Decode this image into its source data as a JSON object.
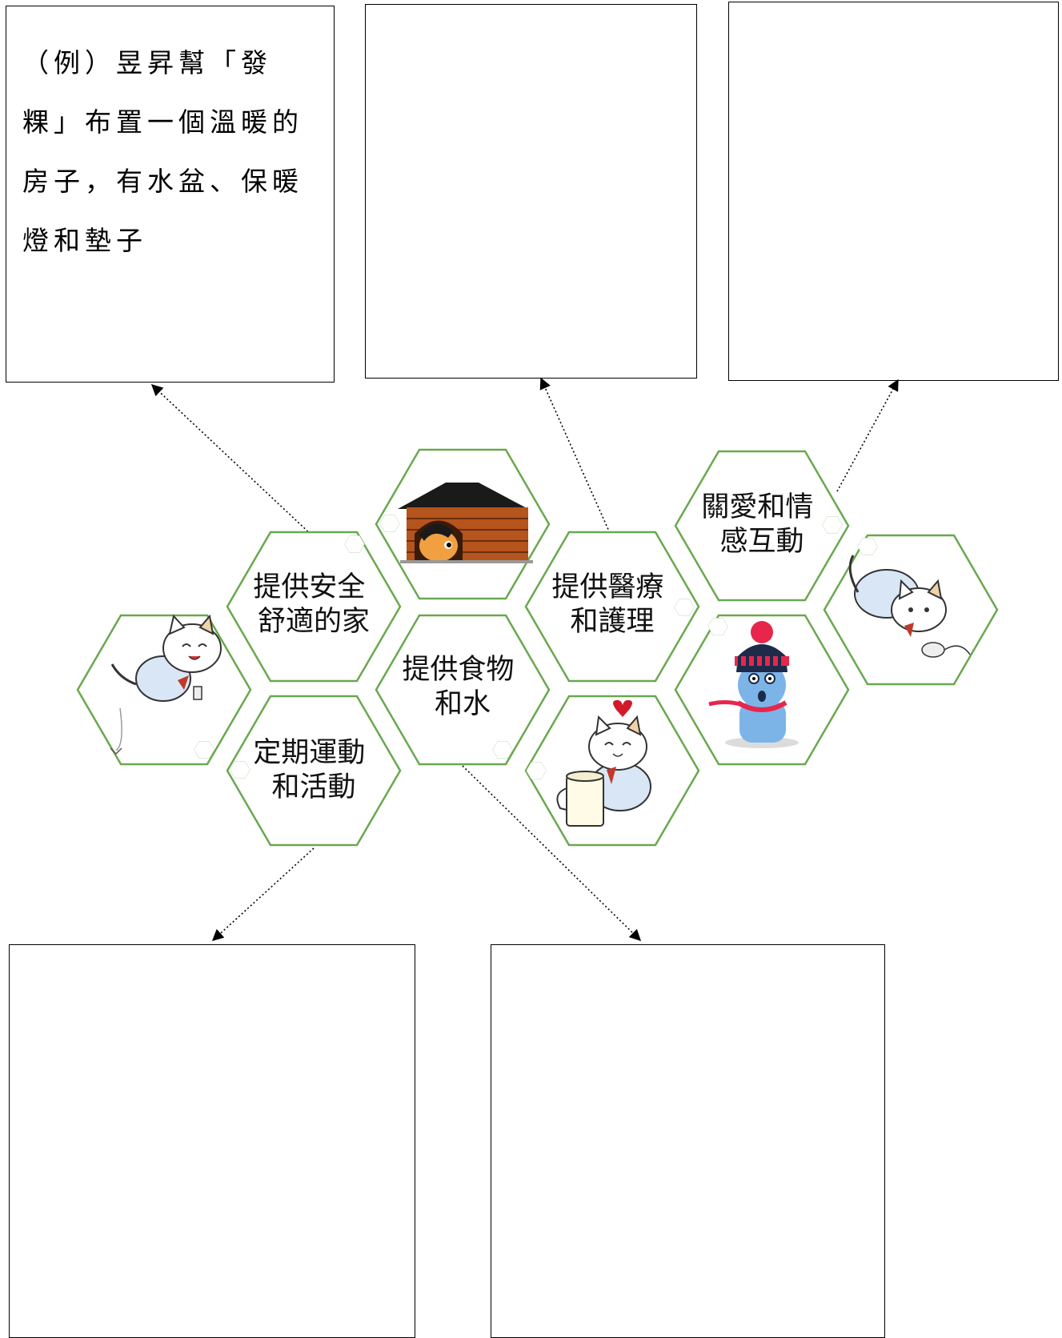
{
  "example_box": {
    "text": "（例）昱昇幫「發粿」布置一個溫暖的房子，有水盆、保暖燈和墊子"
  },
  "hexagons": [
    {
      "id": "safe-home",
      "lines": [
        "提供安全",
        "舒適的家"
      ]
    },
    {
      "id": "food-water",
      "lines": [
        "提供食物",
        "和水"
      ]
    },
    {
      "id": "medical-care",
      "lines": [
        "提供醫療",
        "和護理"
      ]
    },
    {
      "id": "love-interaction",
      "lines": [
        "關愛和情",
        "感互動"
      ]
    },
    {
      "id": "exercise",
      "lines": [
        "定期運動",
        "和活動"
      ]
    }
  ],
  "picture_hexagons": [
    {
      "icon": "dog-house-icon"
    },
    {
      "icon": "jumping-cat-icon"
    },
    {
      "icon": "cat-with-cup-icon"
    },
    {
      "icon": "dog-in-winter-hat-icon"
    },
    {
      "icon": "cat-with-mouse-icon"
    }
  ],
  "colors": {
    "hex_border": "#6aa84f",
    "box_border": "#000000",
    "arrow": "#000000"
  }
}
